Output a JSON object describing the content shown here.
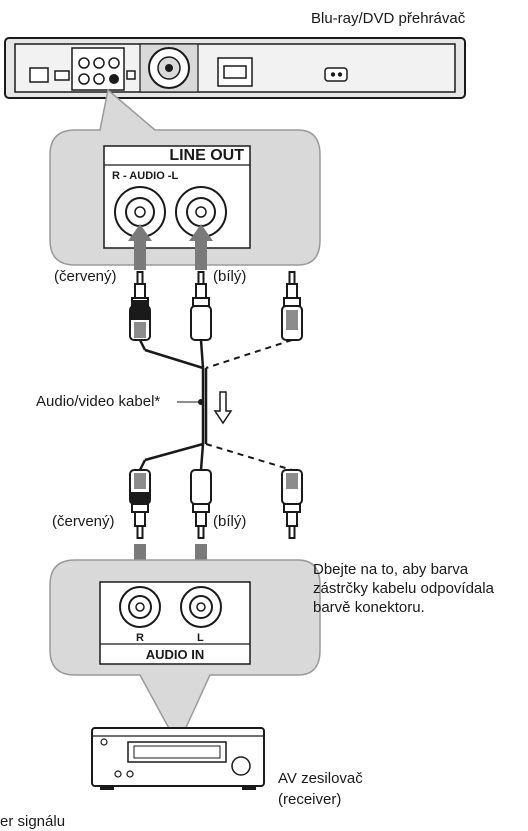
{
  "labels": {
    "player": "Blu-ray/DVD přehrávač",
    "line_out": "LINE OUT",
    "audio_rl": "R - AUDIO -L",
    "red_top": "(červený)",
    "white_top": "(bílý)",
    "cable": "Audio/video kabel*",
    "red_bottom": "(červený)",
    "white_bottom": "(bílý)",
    "note": "Dbejte na to, aby barva zástrčky kabelu odpovídala barvě konektoru.",
    "jack_r": "R",
    "jack_l": "L",
    "audio_in": "AUDIO IN",
    "receiver_line1": "AV zesilovač",
    "receiver_line2": "(receiver)",
    "signal_flow": "er signálu"
  }
}
